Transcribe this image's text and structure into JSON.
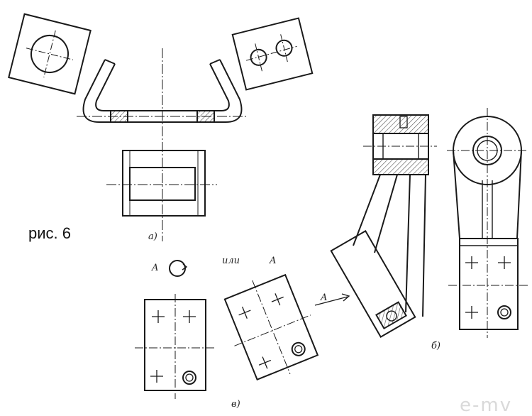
{
  "figure_caption": "рис. 6",
  "labels": {
    "a": "а)",
    "b": "б)",
    "v": "в)",
    "view_A_left": "A",
    "view_A_right": "A",
    "or_word": "или",
    "arrow_A": "A"
  },
  "watermark": "e-mv",
  "colors": {
    "ink": "#1a1a1a",
    "hatch": "#555555",
    "watermark": "#d9d9d9"
  }
}
